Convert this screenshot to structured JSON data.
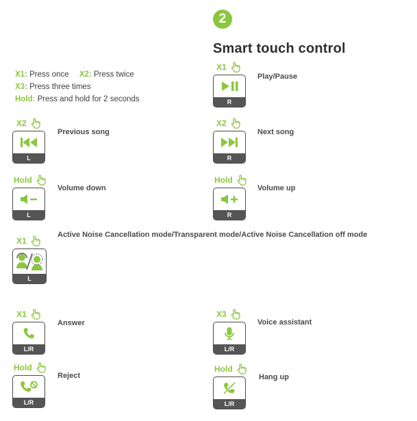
{
  "header": {
    "step": "2",
    "title": "Smart touch control"
  },
  "legend": {
    "x1_key": "X1:",
    "x1_text": "Press once",
    "x2_key": "X2:",
    "x2_text": "Press twice",
    "x3_key": "X3:",
    "x3_text": "Press three times",
    "hold_key": "Hold:",
    "hold_text": "Press and hold for 2 seconds"
  },
  "controls": {
    "play_pause": {
      "gesture": "X1",
      "side": "R",
      "label": "Play/Pause",
      "icon": "play-pause-icon"
    },
    "previous_song": {
      "gesture": "X2",
      "side": "L",
      "label": "Previous song",
      "icon": "previous-track-icon"
    },
    "next_song": {
      "gesture": "X2",
      "side": "R",
      "label": "Next song",
      "icon": "next-track-icon"
    },
    "volume_down": {
      "gesture": "Hold",
      "side": "L",
      "label": "Volume down",
      "icon": "volume-down-icon"
    },
    "volume_up": {
      "gesture": "Hold",
      "side": "R",
      "label": "Volume up",
      "icon": "volume-up-icon"
    },
    "anc_mode": {
      "gesture": "X1",
      "side": "L",
      "label": "Active Noise Cancellation mode/Transparent mode/Active Noise Cancellation off mode",
      "icon": "anc-mode-icon"
    },
    "answer": {
      "gesture": "X1",
      "side": "L/R",
      "label": "Answer",
      "icon": "phone-icon"
    },
    "voice_assistant": {
      "gesture": "X3",
      "side": "L/R",
      "label": "Voice assistant",
      "icon": "microphone-icon"
    },
    "reject": {
      "gesture": "Hold",
      "side": "L/R",
      "label": "Reject",
      "icon": "reject-call-icon"
    },
    "hang_up": {
      "gesture": "Hold",
      "side": "L/R",
      "label": "Hang up",
      "icon": "hang-up-icon"
    }
  },
  "colors": {
    "accent": "#8cc63f",
    "button_border": "#4a4a4a",
    "side_bar": "#555555"
  }
}
